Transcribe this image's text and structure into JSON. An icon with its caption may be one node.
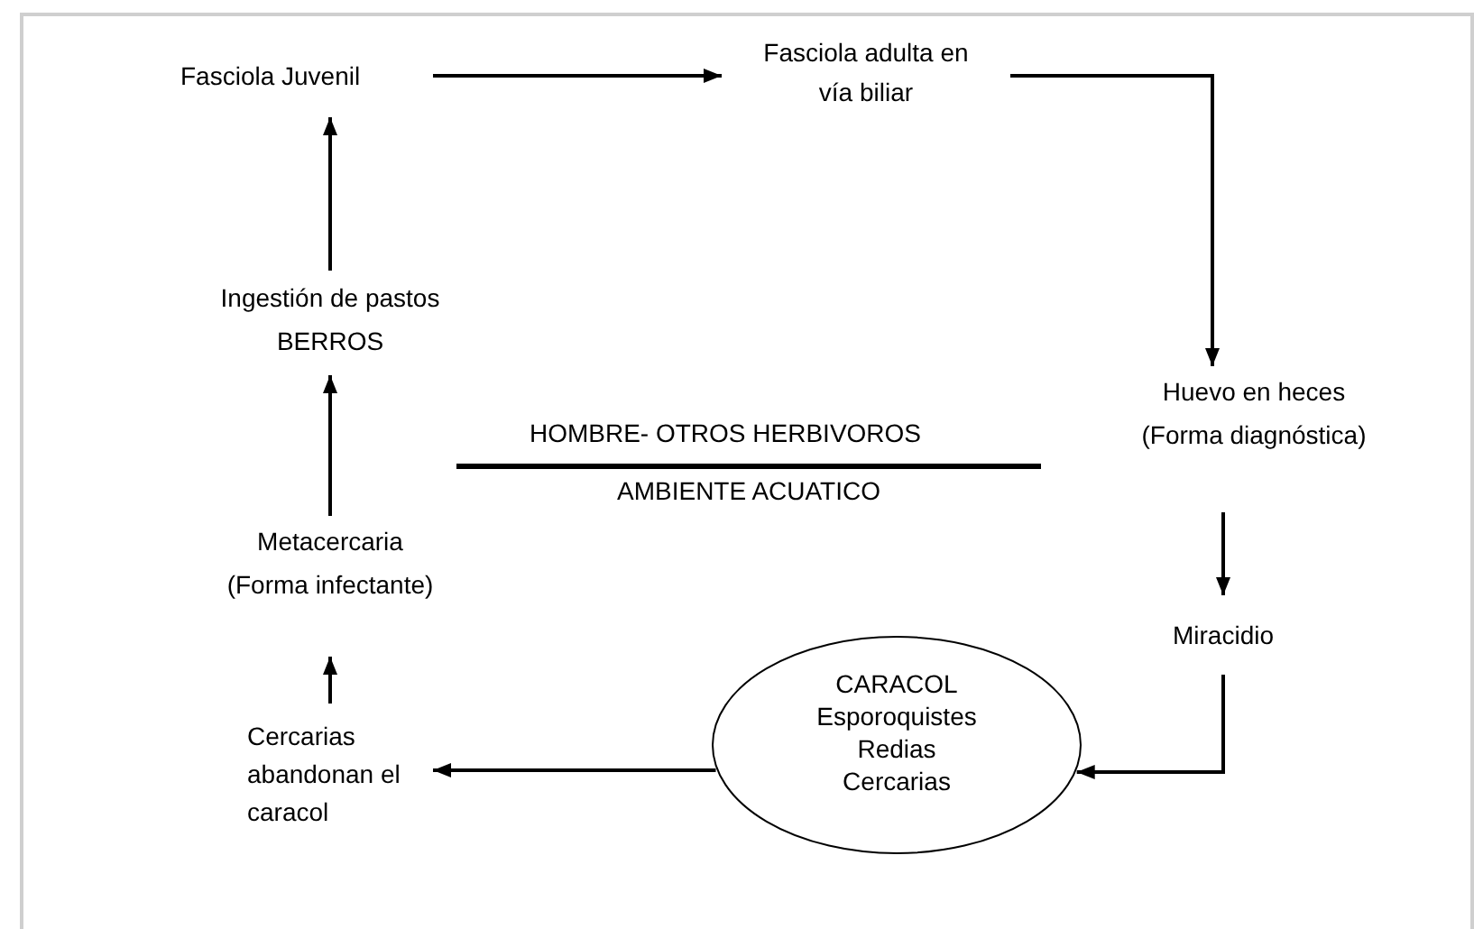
{
  "diagram": {
    "nodes": [
      {
        "text": [
          "Fasciola Juvenil"
        ]
      },
      {
        "text": [
          "Fasciola adulta en vía biliar"
        ]
      },
      {
        "text": [
          "Huevo en heces",
          "(Forma diagnóstica)"
        ]
      },
      {
        "text": [
          "Miracidio"
        ]
      },
      {
        "text": [
          "CARACOL",
          "Esporoquistes",
          "Redias",
          "Cercarias"
        ]
      },
      {
        "text": [
          "Cercarias abandonan el caracol"
        ]
      },
      {
        "text": [
          "Metacercaria",
          "(Forma infectante)"
        ]
      },
      {
        "text": [
          "Ingestión de pastos",
          "BERROS"
        ]
      }
    ],
    "edges": [
      {
        "from": 0,
        "to": 1,
        "arrow": "to"
      },
      {
        "from": 1,
        "to": 2,
        "arrow": "to"
      },
      {
        "from": 2,
        "to": 3,
        "arrow": "to"
      },
      {
        "from": 3,
        "to": 4,
        "arrow": "to"
      },
      {
        "from": 4,
        "to": 5,
        "arrow": "to"
      },
      {
        "from": 5,
        "to": 6,
        "arrow": "to"
      },
      {
        "from": 6,
        "to": 7,
        "arrow": "to"
      },
      {
        "from": 7,
        "to": 0,
        "arrow": "to"
      }
    ],
    "labels": [
      "HOMBRE- OTROS HERBIVOROS",
      "AMBIENTE ACUATICO"
    ]
  }
}
